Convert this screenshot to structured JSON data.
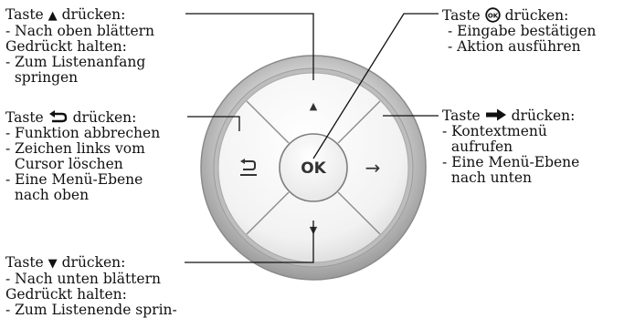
{
  "up": {
    "title_prefix": "Taste",
    "title_symbol": "▲",
    "title_suffix": "drücken:",
    "lines": [
      "- Nach oben blättern",
      "Gedrückt halten:",
      "- Zum Listenanfang",
      "  springen"
    ]
  },
  "back": {
    "title_prefix": "Taste",
    "title_suffix": "drücken:",
    "lines": [
      "- Funktion abbrechen",
      "- Zeichen links vom",
      "  Cursor löschen",
      "- Eine Menü-Ebene",
      "  nach oben"
    ]
  },
  "down": {
    "title_prefix": "Taste",
    "title_symbol": "▼",
    "title_suffix": "drücken:",
    "lines": [
      "- Nach unten blättern",
      "Gedrückt halten:",
      "- Zum Listenende sprin-"
    ]
  },
  "ok": {
    "title_prefix": "Taste",
    "title_suffix": "drücken:",
    "icon_label": "OK",
    "lines": [
      "- Eingabe bestätigen",
      "- Aktion ausführen"
    ]
  },
  "right": {
    "title_prefix": "Taste",
    "title_suffix": "drücken:",
    "lines": [
      "- Kontextmenü",
      "  aufrufen",
      "- Eine Menü-Ebene",
      "  nach unten"
    ]
  },
  "keypad": {
    "center_label": "OK",
    "up_symbol": "▲",
    "down_symbol": "▼",
    "right_symbol": "→"
  }
}
